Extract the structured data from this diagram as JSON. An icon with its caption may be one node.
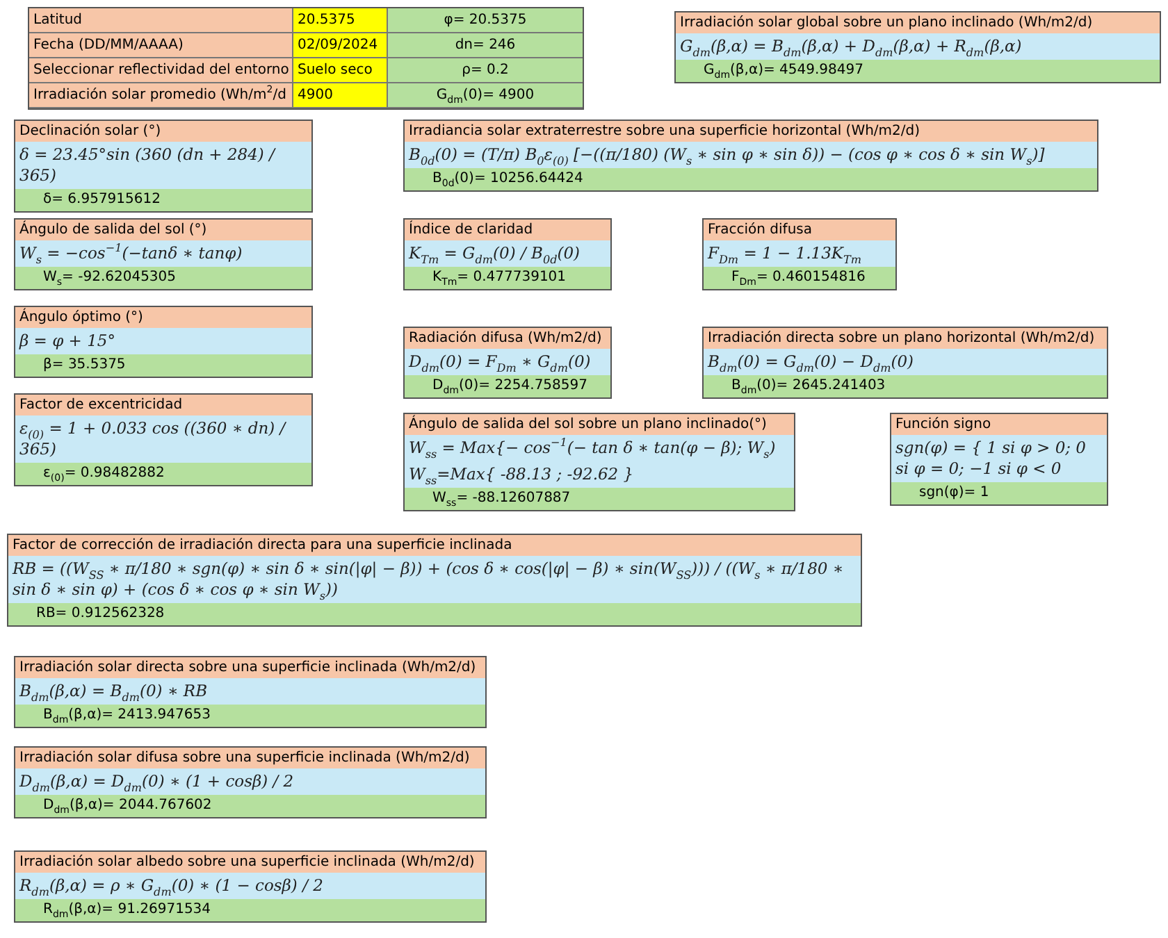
{
  "diagram": {
    "nodes": [
      {
        "text": [
          "Irradiación solar global sobre un plano inclinado (Wh/m2/d)",
          "G$_{dm}$(β,α) = B$_{dm}$(β,α) + D$_{dm}$(β,α) + R$_{dm}$(β,α)",
          "G$_{dm}$(β,α)= 4549.98497"
        ]
      },
      {
        "text": [
          "Declinación solar (°)",
          "δ = 23.45°sin (360 (dn + 284) / 365)",
          "δ= 6.957915612"
        ]
      },
      {
        "text": [
          "Irradiancia solar extraterrestre sobre una superficie horizontal (Wh/m2/d)",
          "B$_{0d}$(0) = (T/π) B$_{0}$ε$_{(0)}$ [−((π/180) (W$_{s}$ ∗ sin φ ∗ sin δ)) − (cos φ ∗ cos δ ∗ sin W$_{s}$)]",
          "B$_{0d}$(0)= 10256.64424"
        ]
      },
      {
        "text": [
          "Ángulo de salida del sol (°)",
          "W$_{s}$ = −cos$^{−1}$(−tanδ ∗ tanφ)",
          "W$_{s}$= -92.62045305"
        ]
      },
      {
        "text": [
          "Índice de claridad",
          "K$_{Tm}$ = G$_{dm}$(0) / B$_{0d}$(0)",
          "K$_{Tm}$= 0.477739101"
        ]
      },
      {
        "text": [
          "Fracción difusa",
          "F$_{Dm}$ = 1 − 1.13K$_{Tm}$",
          "F$_{Dm}$= 0.460154816"
        ]
      },
      {
        "text": [
          "Ángulo óptimo (°)",
          "β = φ + 15°",
          "β= 35.5375"
        ]
      },
      {
        "text": [
          "Radiación difusa (Wh/m2/d)",
          "D$_{dm}$(0) = F$_{Dm}$ ∗ G$_{dm}$(0)",
          "D$_{dm}$(0)= 2254.758597"
        ]
      },
      {
        "text": [
          "Irradiación directa sobre un plano horizontal (Wh/m2/d)",
          "B$_{dm}$(0) = G$_{dm}$(0) − D$_{dm}$(0)",
          "B$_{dm}$(0)= 2645.241403"
        ]
      },
      {
        "text": [
          "Factor de excentricidad",
          "ε$_{(0)}$ = 1 + 0.033 cos ((360 ∗ dn) / 365)",
          "ε$_{(0)}$= 0.98482882"
        ]
      },
      {
        "text": [
          "Ángulo de salida del sol sobre un plano inclinado(°)",
          "W$_{ss}$ = Max{− cos$^{−1}$(− tan δ ∗ tan(φ − β); W$_{s}$)",
          "W$_{ss}$=Max{ -88.13 ; -92.62 }",
          "W$_{ss}$= -88.12607887"
        ]
      },
      {
        "text": [
          "Función signo",
          "sgn(φ) = { 1 si φ > 0; 0 si φ = 0; −1 si φ < 0",
          "sgn(φ)= 1"
        ]
      },
      {
        "text": [
          "Factor de corrección de irradiación directa para una superficie inclinada",
          "RB = ((W$_{SS}$ ∗ π/180 ∗ sgn(φ) ∗ sin δ ∗ sin(|φ| − β)) + (cos δ ∗ cos(|φ| − β) ∗ sin(W$_{SS}$))) / ((W$_{s}$ ∗ π/180 ∗ sin δ ∗ sin φ) + (cos δ ∗ cos φ ∗ sin W$_{s}$))",
          "RB= 0.912562328"
        ]
      },
      {
        "text": [
          "Irradiación solar directa sobre una superficie inclinada (Wh/m2/d)",
          "B$_{dm}$(β,α) = B$_{dm}$(0) ∗ RB",
          "B$_{dm}$(β,α)= 2413.947653"
        ]
      },
      {
        "text": [
          "Irradiación solar difusa sobre una superficie inclinada (Wh/m2/d)",
          "D$_{dm}$(β,α) = D$_{dm}$(0) ∗ (1 + cosβ) / 2",
          "D$_{dm}$(β,α)= 2044.767602"
        ]
      },
      {
        "text": [
          "Irradiación solar albedo sobre una superficie inclinada (Wh/m2/d)",
          "R$_{dm}$(β,α) = ρ ∗ G$_{dm}$(0) ∗ (1 − cosβ) / 2",
          "R$_{dm}$(β,α)= 91.26971534"
        ]
      }
    ],
    "labels": [
      "Latitud",
      "20.5375",
      "φ= 20.5375",
      "Fecha (DD/MM/AAAA)",
      "02/09/2024",
      "dn= 246",
      "Seleccionar reflectividad del entorno",
      "Suelo seco",
      "ρ= 0.2",
      "Irradiación solar promedio (Wh/m$^{2}$/d",
      "4900",
      "G$_{dm}$(0)= 4900"
    ]
  }
}
